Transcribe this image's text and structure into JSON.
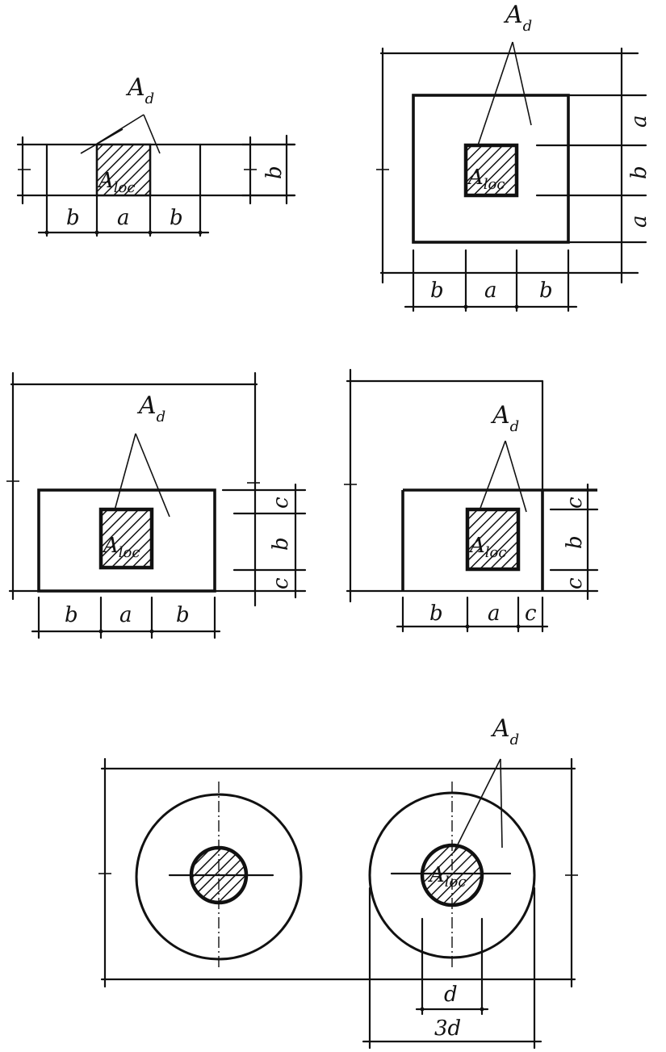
{
  "labels": {
    "ad_main": "A",
    "ad_sub": "d",
    "aloc_main": "A",
    "aloc_sub": "loc",
    "a": "a",
    "b": "b",
    "c": "c",
    "d": "d",
    "three_d": "3d"
  }
}
